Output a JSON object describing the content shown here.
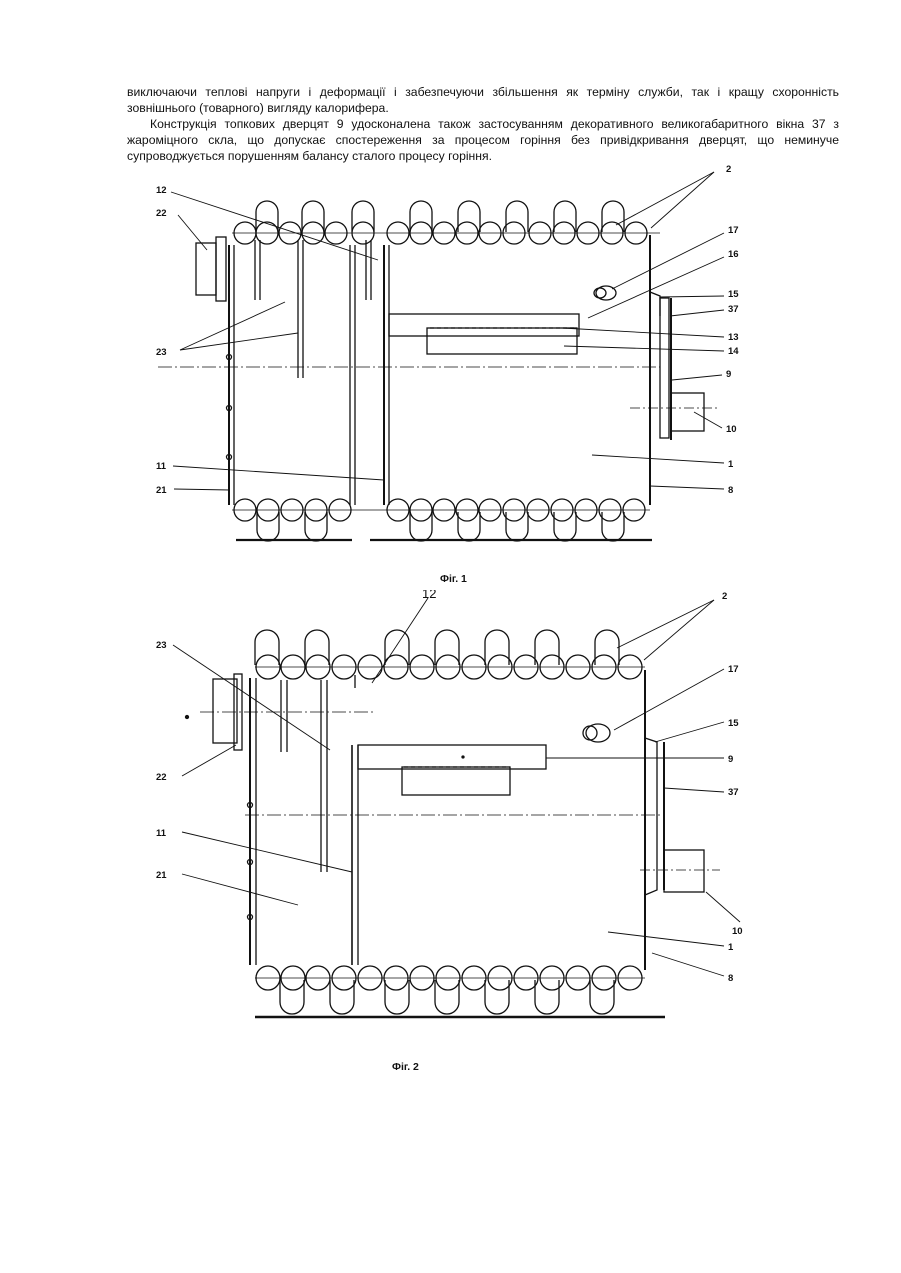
{
  "text": {
    "paragraph_1": "виключаючи теплові напруги і деформації і забезпечуючи збільшення як терміну служби, так і кращу схоронність зовнішнього (товарного) вигляду калорифера.",
    "paragraph_2": "Конструкція топкових дверцят 9 удосконалена також застосуванням декоративного великогабаритного вікна 37 з жароміцного скла, що допускає спостереження за процесом горіння без привідкривання дверцят, що неминуче супроводжується порушенням балансу сталого процесу горіння."
  },
  "figure_1": {
    "caption": "Фіг. 1",
    "labels": {
      "l2": "2",
      "l12": "12",
      "l22": "22",
      "l17": "17",
      "l16": "16",
      "l15": "15",
      "l37": "37",
      "l13": "13",
      "l14": "14",
      "l23": "23",
      "l9": "9",
      "l10": "10",
      "l11": "11",
      "l1": "1",
      "l21": "21",
      "l8": "8"
    }
  },
  "figure_2": {
    "caption": "Фіг. 2",
    "labels": {
      "l2": "2",
      "l12": "12",
      "l23": "23",
      "l17": "17",
      "l15": "15",
      "l9": "9",
      "l22": "22",
      "l37": "37",
      "l11": "11",
      "l21": "21",
      "l10": "10",
      "l1": "1",
      "l8": "8"
    }
  }
}
